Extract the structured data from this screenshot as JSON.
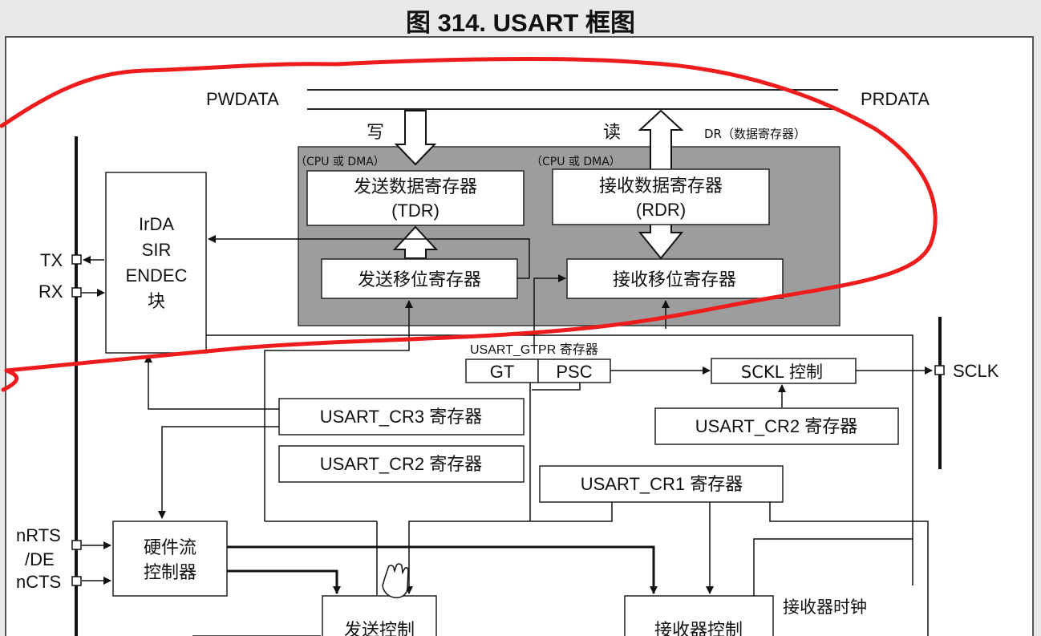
{
  "title": "图 314. USART 框图",
  "bus": {
    "pwdata": "PWDATA",
    "prdata": "PRDATA"
  },
  "write_label": "写",
  "read_label": "读",
  "dr_label": "DR（数据寄存器）",
  "cpu_dma_left": "（CPU 或 DMA）",
  "cpu_dma_right": "（CPU 或 DMA）",
  "tdr": {
    "line1": "发送数据寄存器",
    "line2": "(TDR)"
  },
  "rdr": {
    "line1": "接收数据寄存器",
    "line2": "(RDR)"
  },
  "tx_shift": "发送移位寄存器",
  "rx_shift": "接收移位寄存器",
  "irda": {
    "line1": "IrDA",
    "line2": "SIR",
    "line3": "ENDEC",
    "line4": "块"
  },
  "pins": {
    "tx": "TX",
    "rx": "RX",
    "sclk": "SCLK",
    "nrts": "nRTS",
    "de": "/DE",
    "ncts": "nCTS"
  },
  "gtpr": {
    "label": "USART_GTPR 寄存器",
    "gt": "GT",
    "psc": "PSC"
  },
  "sckl_control": "SCKL 控制",
  "cr3": "USART_CR3 寄存器",
  "cr2_left": "USART_CR2 寄存器",
  "cr2_right": "USART_CR2 寄存器",
  "cr1": "USART_CR1 寄存器",
  "hw_flow": {
    "line1": "硬件流",
    "line2": "控制器"
  },
  "tx_control": "发送控制",
  "rx_control": "接收器控制",
  "rx_clock": "接收器时钟"
}
